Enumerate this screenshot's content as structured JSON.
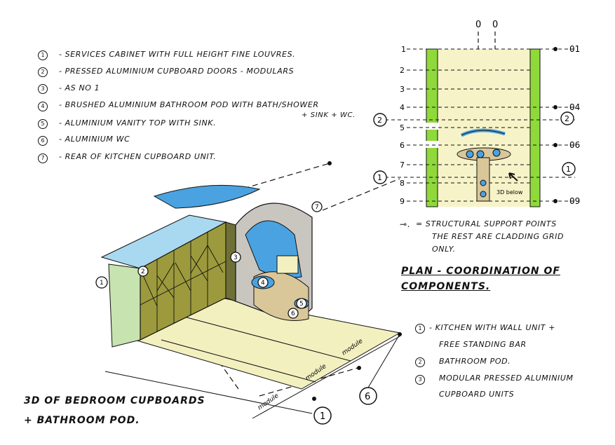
{
  "notes": [
    {
      "num": "1",
      "text": "- Services cabinet with full height fine louvres."
    },
    {
      "num": "2",
      "text": "- Pressed aluminium cupboard doors - modulars"
    },
    {
      "num": "3",
      "text": "- As No 1"
    },
    {
      "num": "4",
      "text": "- Brushed aluminium bathroom pod with bath/shower"
    },
    {
      "num": "5",
      "text": "- Aluminium vanity top with sink."
    },
    {
      "num": "6",
      "text": "- Aluminium WC"
    },
    {
      "num": "7",
      "text": "- Rear of kitchen cupboard unit."
    }
  ],
  "note4_continuation": "+ sink + WC.",
  "plan": {
    "top_labels": [
      "0",
      "0"
    ],
    "left_labels": [
      "1",
      "2",
      "3",
      "4",
      "5",
      "6",
      "7",
      "8",
      "9"
    ],
    "right_labels": [
      "01",
      "04",
      "06",
      "09"
    ],
    "callout_2": "2",
    "callout_1": "1",
    "bed_below": "3D below",
    "title": "Plan - coordination of components.",
    "legend_symbol_text": "= Structural support points",
    "legend_line2": "The rest are cladding grid",
    "legend_line3": "only."
  },
  "components": [
    {
      "num": "1",
      "text": "- Kitchen with wall unit +"
    },
    {
      "num": "",
      "text": "free standing bar"
    },
    {
      "num": "2",
      "text": "Bathroom pod."
    },
    {
      "num": "3",
      "text": "Modular pressed aluminium"
    },
    {
      "num": "",
      "text": "cupboard units"
    }
  ],
  "iso": {
    "callouts": [
      "1",
      "2",
      "3",
      "4",
      "5",
      "6",
      "7"
    ],
    "module_labels": [
      "module",
      "module",
      "module"
    ],
    "big_callout_6": "6",
    "big_callout_1": "1"
  },
  "caption_line1": "3D of bedroom cupboards",
  "caption_line2": "+ bathroom pod.",
  "colors": {
    "ink": "#111111",
    "green_grid": "#8fd93a",
    "cream_floor": "#f3f0c0",
    "olive_cupboard": "#9c9a3c",
    "blue_pod": "#4aa3e0",
    "tan_floor": "#d9c79a",
    "grey_pod": "#c9c6c0"
  }
}
